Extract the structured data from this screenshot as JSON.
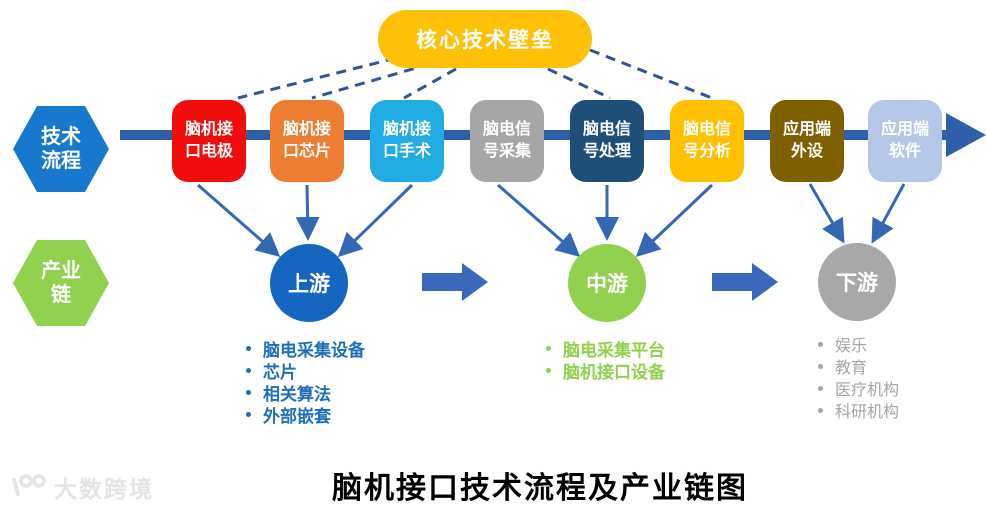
{
  "bubble": {
    "label": "核心技术壁垒",
    "color": "#FFC107"
  },
  "stage_labels": {
    "tech_flow": {
      "line1": "技术",
      "line2": "流程",
      "color": "#1778CE"
    },
    "industry_chain": {
      "line1": "产业",
      "line2": "链",
      "color": "#92D050"
    }
  },
  "process_boxes": [
    {
      "name": "bci-electrode",
      "line1": "脑机接",
      "line2": "口电极",
      "color": "#F20D0D"
    },
    {
      "name": "bci-chip",
      "line1": "脑机接",
      "line2": "口芯片",
      "color": "#ED7D31"
    },
    {
      "name": "bci-surgery",
      "line1": "脑机接",
      "line2": "口手术",
      "color": "#22ACE5"
    },
    {
      "name": "eeg-acquisition",
      "line1": "脑电信",
      "line2": "号采集",
      "color": "#A6A6A6"
    },
    {
      "name": "eeg-processing",
      "line1": "脑电信",
      "line2": "号处理",
      "color": "#1F4E79"
    },
    {
      "name": "eeg-analysis",
      "line1": "脑电信",
      "line2": "号分析",
      "color": "#FFC000"
    },
    {
      "name": "app-peripherals",
      "line1": "应用端",
      "line2": "外设",
      "color": "#7F6000"
    },
    {
      "name": "app-software",
      "line1": "应用端",
      "line2": "软件",
      "color": "#B4C7E7"
    }
  ],
  "chain": {
    "upstream": {
      "label": "上游",
      "color": "#1665C0",
      "items": [
        "脑电采集设备",
        "芯片",
        "相关算法",
        "外部嵌套"
      ],
      "text_color": "#1E6FB8"
    },
    "midstream": {
      "label": "中游",
      "color": "#92D050",
      "items": [
        "脑电采集平台",
        "脑机接口设备"
      ],
      "text_color": "#92D050"
    },
    "downstream": {
      "label": "下游",
      "color": "#A8A8A8",
      "items": [
        "娱乐",
        "教育",
        "医疗机构",
        "科研机构"
      ],
      "text_color": "#A6A6A6"
    }
  },
  "connector_colors": {
    "axis_line": "#2E5FA8",
    "dashed_line": "#2F5597",
    "thin_arrow": "#3568B4",
    "big_arrow": "#3B68BA"
  },
  "title": "脑机接口技术流程及产业链图",
  "watermark": "大数跨境"
}
